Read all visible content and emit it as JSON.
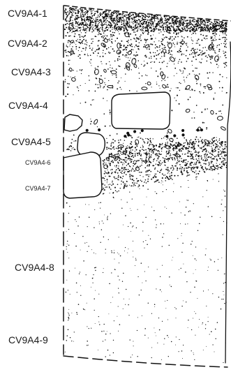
{
  "labels": [
    {
      "id": "cv9a4-1",
      "text": "CV9A4-1"
    },
    {
      "id": "cv9a4-2",
      "text": "CV9A4-2"
    },
    {
      "id": "cv9a4-3",
      "text": "CV9A4-3"
    },
    {
      "id": "cv9a4-4",
      "text": "CV9A4-4"
    },
    {
      "id": "cv9a4-5",
      "text": "CV9A4-5"
    },
    {
      "id": "cv9a4-6",
      "text": "CV9A4-6"
    },
    {
      "id": "cv9a4-7",
      "text": "CV9A4-7"
    },
    {
      "id": "cv9a4-8",
      "text": "CV9A4-8"
    },
    {
      "id": "cv9a4-9",
      "text": "CV9A4-9"
    }
  ]
}
